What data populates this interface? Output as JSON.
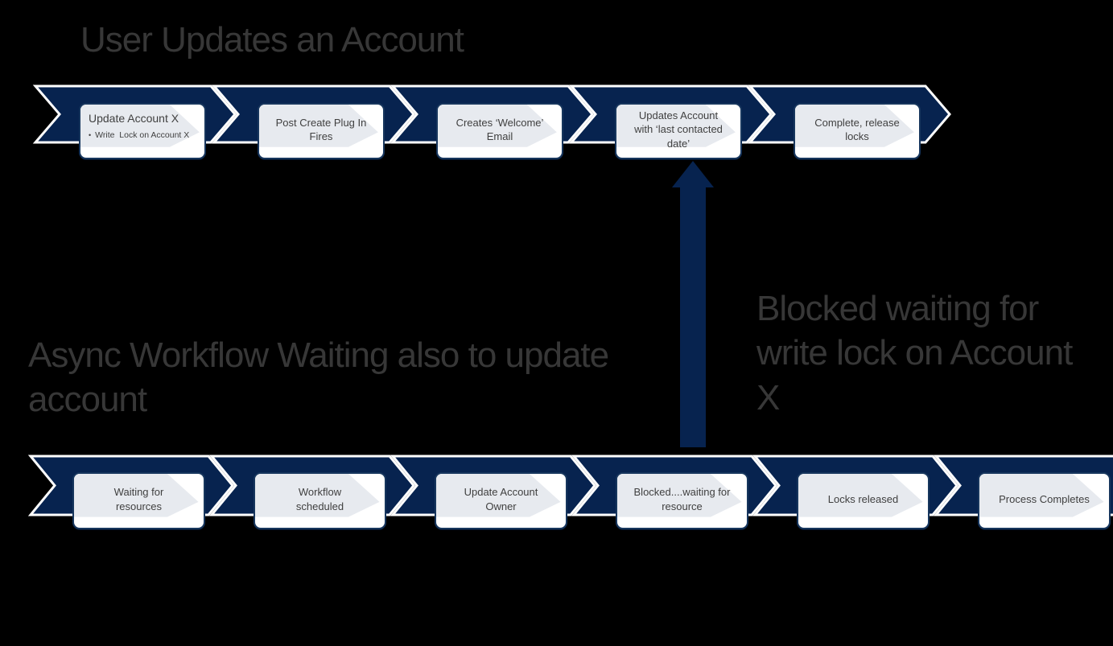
{
  "colors": {
    "bg": "#000000",
    "navy": "#07234f",
    "box-border": "#17365d",
    "watermark": "#e7eaef",
    "title-text": "#373737",
    "box-text": "#404040",
    "outline": "#ffffff"
  },
  "top_flow": {
    "title": "User Updates an Account",
    "steps": [
      {
        "label": "Update Account X",
        "bullet": "Write  Lock on Account X"
      },
      {
        "label": "Post Create Plug In Fires"
      },
      {
        "label": "Creates ‘Welcome’ Email"
      },
      {
        "label": "Updates Account with ‘last contacted date’"
      },
      {
        "label": "Complete, release locks"
      }
    ]
  },
  "bottom_flow": {
    "title": "Async Workflow Waiting also to update account",
    "steps": [
      {
        "label": "Waiting for resources"
      },
      {
        "label": "Workflow scheduled"
      },
      {
        "label": "Update Account Owner"
      },
      {
        "label": "Blocked....waiting for resource"
      },
      {
        "label": "Locks released"
      },
      {
        "label": "Process Completes"
      }
    ]
  },
  "annotation": {
    "text": "Blocked waiting for write lock on Account X"
  }
}
